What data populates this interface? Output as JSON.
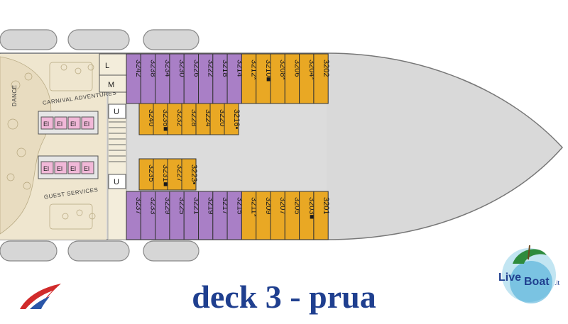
{
  "title": "deck  3  -  prua",
  "areas": {
    "carnival_adventures": "CARNIVAL ADVENTURES",
    "guest_services": "GUEST SERVICES",
    "dance": "DANCE"
  },
  "service_tags": {
    "laundry": "L",
    "medical": "M",
    "utility": "U",
    "elevator": "El"
  },
  "logo": {
    "line1": "Live",
    "line2": "Boat",
    "suffix": ".it"
  },
  "colors": {
    "hull": "#d9d9d9",
    "cabin_purple": "#a97fc6",
    "cabin_orange": "#e9a824",
    "cabin_yellow": "#f1c04a",
    "public_area": "#efe6cf",
    "elevator_pink": "#f1b8d8",
    "title_blue": "#1f3f8f"
  },
  "cabins": {
    "row_top": [
      {
        "n": "3242",
        "c": "purple"
      },
      {
        "n": "3238",
        "c": "purple"
      },
      {
        "n": "3234",
        "c": "purple"
      },
      {
        "n": "3230",
        "c": "purple"
      },
      {
        "n": "3226",
        "c": "purple"
      },
      {
        "n": "3222",
        "c": "purple"
      },
      {
        "n": "3218",
        "c": "purple"
      },
      {
        "n": "3214",
        "c": "purple"
      },
      {
        "n": "3212*",
        "c": "orange"
      },
      {
        "n": "3210■",
        "c": "orange"
      },
      {
        "n": "3208*",
        "c": "orange"
      },
      {
        "n": "3206",
        "c": "orange"
      },
      {
        "n": "3204*",
        "c": "orange"
      },
      {
        "n": "3202",
        "c": "orange"
      }
    ],
    "row_inner_top": [
      {
        "n": "3240",
        "c": "orange"
      },
      {
        "n": "3236■",
        "c": "orange"
      },
      {
        "n": "3232",
        "c": "orange"
      },
      {
        "n": "3228",
        "c": "orange"
      },
      {
        "n": "3224",
        "c": "orange"
      },
      {
        "n": "3220",
        "c": "orange"
      },
      {
        "n": "3216•",
        "c": "orange"
      }
    ],
    "row_inner_bottom": [
      {
        "n": "3235",
        "c": "orange"
      },
      {
        "n": "3231■",
        "c": "orange"
      },
      {
        "n": "3227",
        "c": "orange"
      },
      {
        "n": "3223•",
        "c": "orange"
      }
    ],
    "row_bottom": [
      {
        "n": "3237",
        "c": "purple"
      },
      {
        "n": "3233",
        "c": "purple"
      },
      {
        "n": "3229",
        "c": "purple"
      },
      {
        "n": "3225",
        "c": "purple"
      },
      {
        "n": "3221",
        "c": "purple"
      },
      {
        "n": "3219",
        "c": "purple"
      },
      {
        "n": "3217",
        "c": "purple"
      },
      {
        "n": "3215",
        "c": "purple"
      },
      {
        "n": "3211*",
        "c": "orange"
      },
      {
        "n": "3209",
        "c": "orange"
      },
      {
        "n": "3207",
        "c": "orange"
      },
      {
        "n": "3205",
        "c": "orange"
      },
      {
        "n": "3203■",
        "c": "orange"
      },
      {
        "n": "3201",
        "c": "orange"
      }
    ]
  }
}
